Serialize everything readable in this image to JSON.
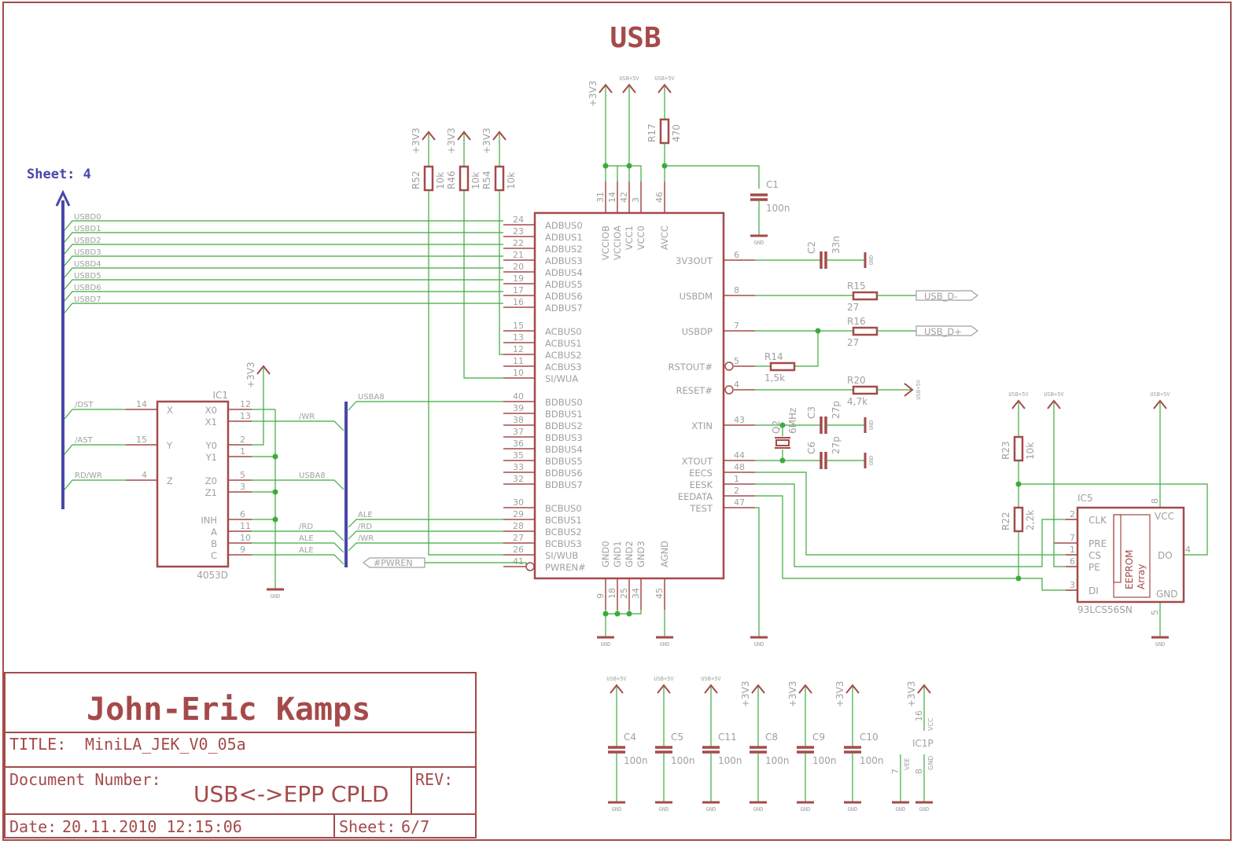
{
  "title": "USB",
  "sheet_ref": "Sheet: 4",
  "colors": {
    "part": "#a54a4a",
    "wire": "#3cab3c",
    "text": "#a0a0a0",
    "bus": "#4848a8",
    "title_text": "#a54a4a"
  },
  "power": {
    "v33": "+3V3",
    "usb5": "USB+5V",
    "gnd": "GND"
  },
  "ft": {
    "left_pins": [
      {
        "name": "ADBUS0",
        "pin": "24"
      },
      {
        "name": "ADBUS1",
        "pin": "23"
      },
      {
        "name": "ADBUS2",
        "pin": "22"
      },
      {
        "name": "ADBUS3",
        "pin": "21"
      },
      {
        "name": "ADBUS4",
        "pin": "20"
      },
      {
        "name": "ADBUS5",
        "pin": "19"
      },
      {
        "name": "ADBUS6",
        "pin": "17"
      },
      {
        "name": "ADBUS7",
        "pin": "16"
      },
      {
        "name": "ACBUS0",
        "pin": "15"
      },
      {
        "name": "ACBUS1",
        "pin": "13"
      },
      {
        "name": "ACBUS2",
        "pin": "12"
      },
      {
        "name": "ACBUS3",
        "pin": "11"
      },
      {
        "name": "SI/WUA",
        "pin": "10"
      },
      {
        "name": "BDBUS0",
        "pin": "40"
      },
      {
        "name": "BDBUS1",
        "pin": "39"
      },
      {
        "name": "BDBUS2",
        "pin": "38"
      },
      {
        "name": "BDBUS3",
        "pin": "37"
      },
      {
        "name": "BDBUS4",
        "pin": "36"
      },
      {
        "name": "BDBUS5",
        "pin": "35"
      },
      {
        "name": "BDBUS6",
        "pin": "33"
      },
      {
        "name": "BDBUS7",
        "pin": "32"
      },
      {
        "name": "BCBUS0",
        "pin": "30"
      },
      {
        "name": "BCBUS1",
        "pin": "29"
      },
      {
        "name": "BCBUS2",
        "pin": "28"
      },
      {
        "name": "BCBUS3",
        "pin": "27"
      },
      {
        "name": "SI/WUB",
        "pin": "26"
      },
      {
        "name": "PWREN#",
        "pin": "41"
      }
    ],
    "right_pins": [
      {
        "name": "3V3OUT",
        "pin": "6"
      },
      {
        "name": "USBDM",
        "pin": "8"
      },
      {
        "name": "USBDP",
        "pin": "7"
      },
      {
        "name": "RSTOUT#",
        "pin": "5"
      },
      {
        "name": "RESET#",
        "pin": "4"
      },
      {
        "name": "XTIN",
        "pin": "43"
      },
      {
        "name": "XTOUT",
        "pin": "44"
      },
      {
        "name": "EECS",
        "pin": "48"
      },
      {
        "name": "EESK",
        "pin": "1"
      },
      {
        "name": "EEDATA",
        "pin": "2"
      },
      {
        "name": "TEST",
        "pin": "47"
      }
    ],
    "top_pins": [
      {
        "name": "VCCIOB",
        "pin": "31"
      },
      {
        "name": "VCCIOA",
        "pin": "14"
      },
      {
        "name": "VCC1",
        "pin": "42"
      },
      {
        "name": "VCC0",
        "pin": "3"
      },
      {
        "name": "AVCC",
        "pin": "46"
      }
    ],
    "bottom_pins": [
      {
        "name": "GND0",
        "pin": "9"
      },
      {
        "name": "GND1",
        "pin": "18"
      },
      {
        "name": "GND2",
        "pin": "25"
      },
      {
        "name": "GND3",
        "pin": "34"
      },
      {
        "name": "AGND",
        "pin": "45"
      }
    ]
  },
  "bus_nets": [
    "USBD0",
    "USBD1",
    "USBD2",
    "USBD3",
    "USBD4",
    "USBD5",
    "USBD6",
    "USBD7"
  ],
  "ic1": {
    "name": "IC1",
    "value": "4053D",
    "left_pins": [
      {
        "name": "X",
        "pin": "14",
        "net": "/DST"
      },
      {
        "name": "Y",
        "pin": "15",
        "net": "/AST"
      },
      {
        "name": "Z",
        "pin": "4",
        "net": "RD/WR"
      }
    ],
    "right_pins": [
      {
        "name": "X0",
        "pin": "12",
        "net": ""
      },
      {
        "name": "X1",
        "pin": "13",
        "net": "/WR"
      },
      {
        "name": "Y0",
        "pin": "2",
        "net": ""
      },
      {
        "name": "Y1",
        "pin": "1",
        "net": ""
      },
      {
        "name": "Z0",
        "pin": "5",
        "net": "USBA8"
      },
      {
        "name": "Z1",
        "pin": "3",
        "net": ""
      },
      {
        "name": "INH",
        "pin": "6",
        "net": ""
      },
      {
        "name": "A",
        "pin": "11",
        "net": "/RD"
      },
      {
        "name": "B",
        "pin": "10",
        "net": "ALE"
      },
      {
        "name": "C",
        "pin": "9",
        "net": "ALE"
      }
    ]
  },
  "bus2_nets": {
    "usba8": "USBA8",
    "ale": "ALE",
    "rd": "/RD",
    "wr": "/WR",
    "pwren": "#PWREN"
  },
  "resistors": {
    "r52": {
      "name": "R52",
      "value": "10k"
    },
    "r46": {
      "name": "R46",
      "value": "10k"
    },
    "r54": {
      "name": "R54",
      "value": "10k"
    },
    "r17": {
      "name": "R17",
      "value": "470"
    },
    "r15": {
      "name": "R15",
      "value": "27"
    },
    "r16": {
      "name": "R16",
      "value": "27"
    },
    "r14": {
      "name": "R14",
      "value": "1,5k"
    },
    "r20": {
      "name": "R20",
      "value": "4,7k"
    },
    "r23": {
      "name": "R23",
      "value": "10k"
    },
    "r22": {
      "name": "R22",
      "value": "2,2k"
    }
  },
  "caps": {
    "c1": {
      "name": "C1",
      "value": "100n"
    },
    "c2": {
      "name": "C2",
      "value": "33n"
    },
    "c3": {
      "name": "C3",
      "value": "27p"
    },
    "c6": {
      "name": "C6",
      "value": "27p"
    },
    "c4": {
      "name": "C4",
      "value": "100n"
    },
    "c5": {
      "name": "C5",
      "value": "100n"
    },
    "c11": {
      "name": "C11",
      "value": "100n"
    },
    "c8": {
      "name": "C8",
      "value": "100n"
    },
    "c9": {
      "name": "C9",
      "value": "100n"
    },
    "c10": {
      "name": "C10",
      "value": "100n"
    }
  },
  "crystal": {
    "name": "Q2",
    "value": "6MHz"
  },
  "usb_ports": {
    "dm": "USB_D-",
    "dp": "USB_D+"
  },
  "ic5": {
    "name": "IC5",
    "value": "93LCS56SN",
    "array_label": "EEPROM",
    "array_label2": "Array",
    "pins": [
      {
        "name": "CLK",
        "pin": "2"
      },
      {
        "name": "PRE",
        "pin": "7"
      },
      {
        "name": "CS",
        "pin": "1"
      },
      {
        "name": "PE",
        "pin": "6"
      },
      {
        "name": "DI",
        "pin": "3"
      },
      {
        "name": "VCC",
        "pin": "8"
      },
      {
        "name": "DO",
        "pin": "4"
      },
      {
        "name": "GND",
        "pin": "5"
      }
    ]
  },
  "ic1p": {
    "name": "IC1P",
    "vcc": "VCC",
    "vcc_pin": "16",
    "vee": "VEE",
    "vee_pin": "7",
    "gnd": "GND",
    "gnd_pin": "8"
  },
  "title_block": {
    "author": "John-Eric Kamps",
    "title_label": "TITLE:",
    "title_value": "MiniLA_JEK_V0_05a",
    "doc_label": "Document Number:",
    "doc_value": "USB<->EPP CPLD",
    "rev_label": "REV:",
    "date_label": "Date:",
    "date_value": "20.11.2010 12:15:06",
    "sheet_label": "Sheet:",
    "sheet_value": "6/7"
  }
}
